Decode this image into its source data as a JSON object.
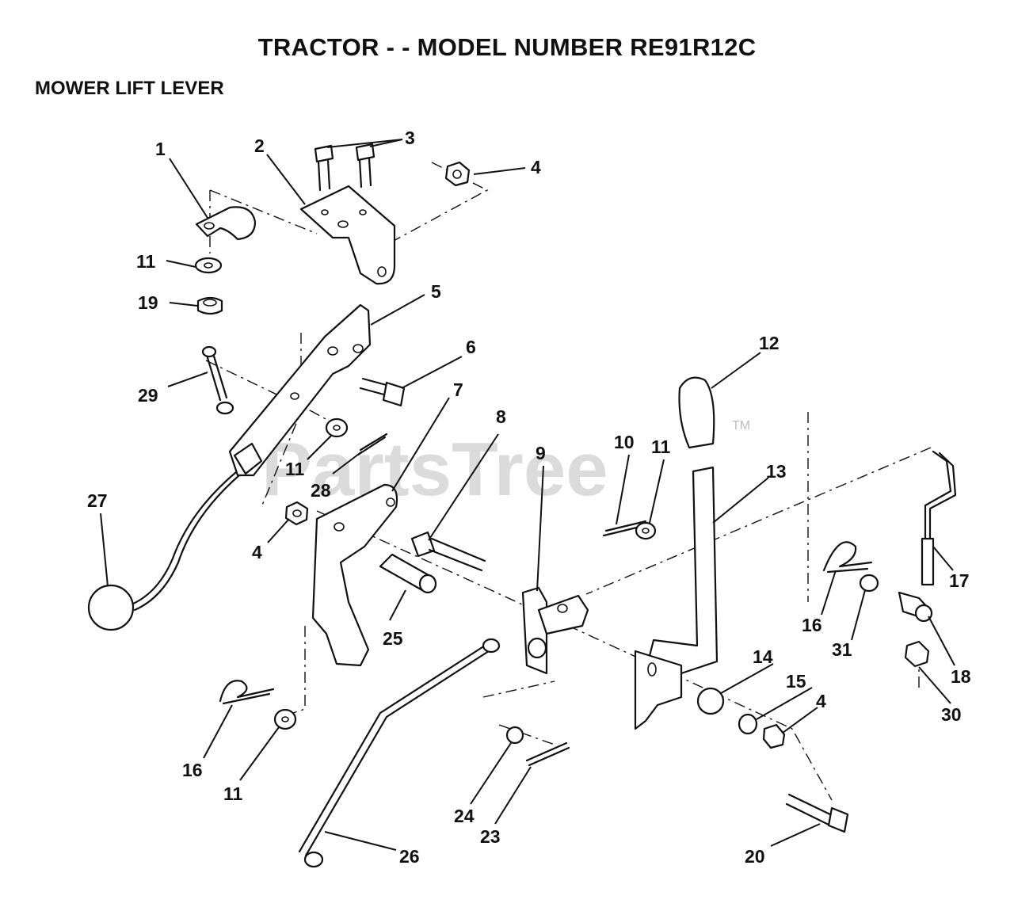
{
  "header": {
    "title": "TRACTOR - - MODEL NUMBER RE91R12C",
    "subtitle": "MOWER LIFT LEVER"
  },
  "watermark": {
    "text": "PartsTree",
    "trademark": "TM"
  },
  "callouts": [
    "1",
    "2",
    "3",
    "4",
    "5",
    "6",
    "7",
    "8",
    "9",
    "10",
    "11",
    "12",
    "13",
    "14",
    "15",
    "16",
    "17",
    "18",
    "19",
    "20",
    "23",
    "24",
    "25",
    "26",
    "27",
    "28",
    "29",
    "30",
    "31"
  ]
}
